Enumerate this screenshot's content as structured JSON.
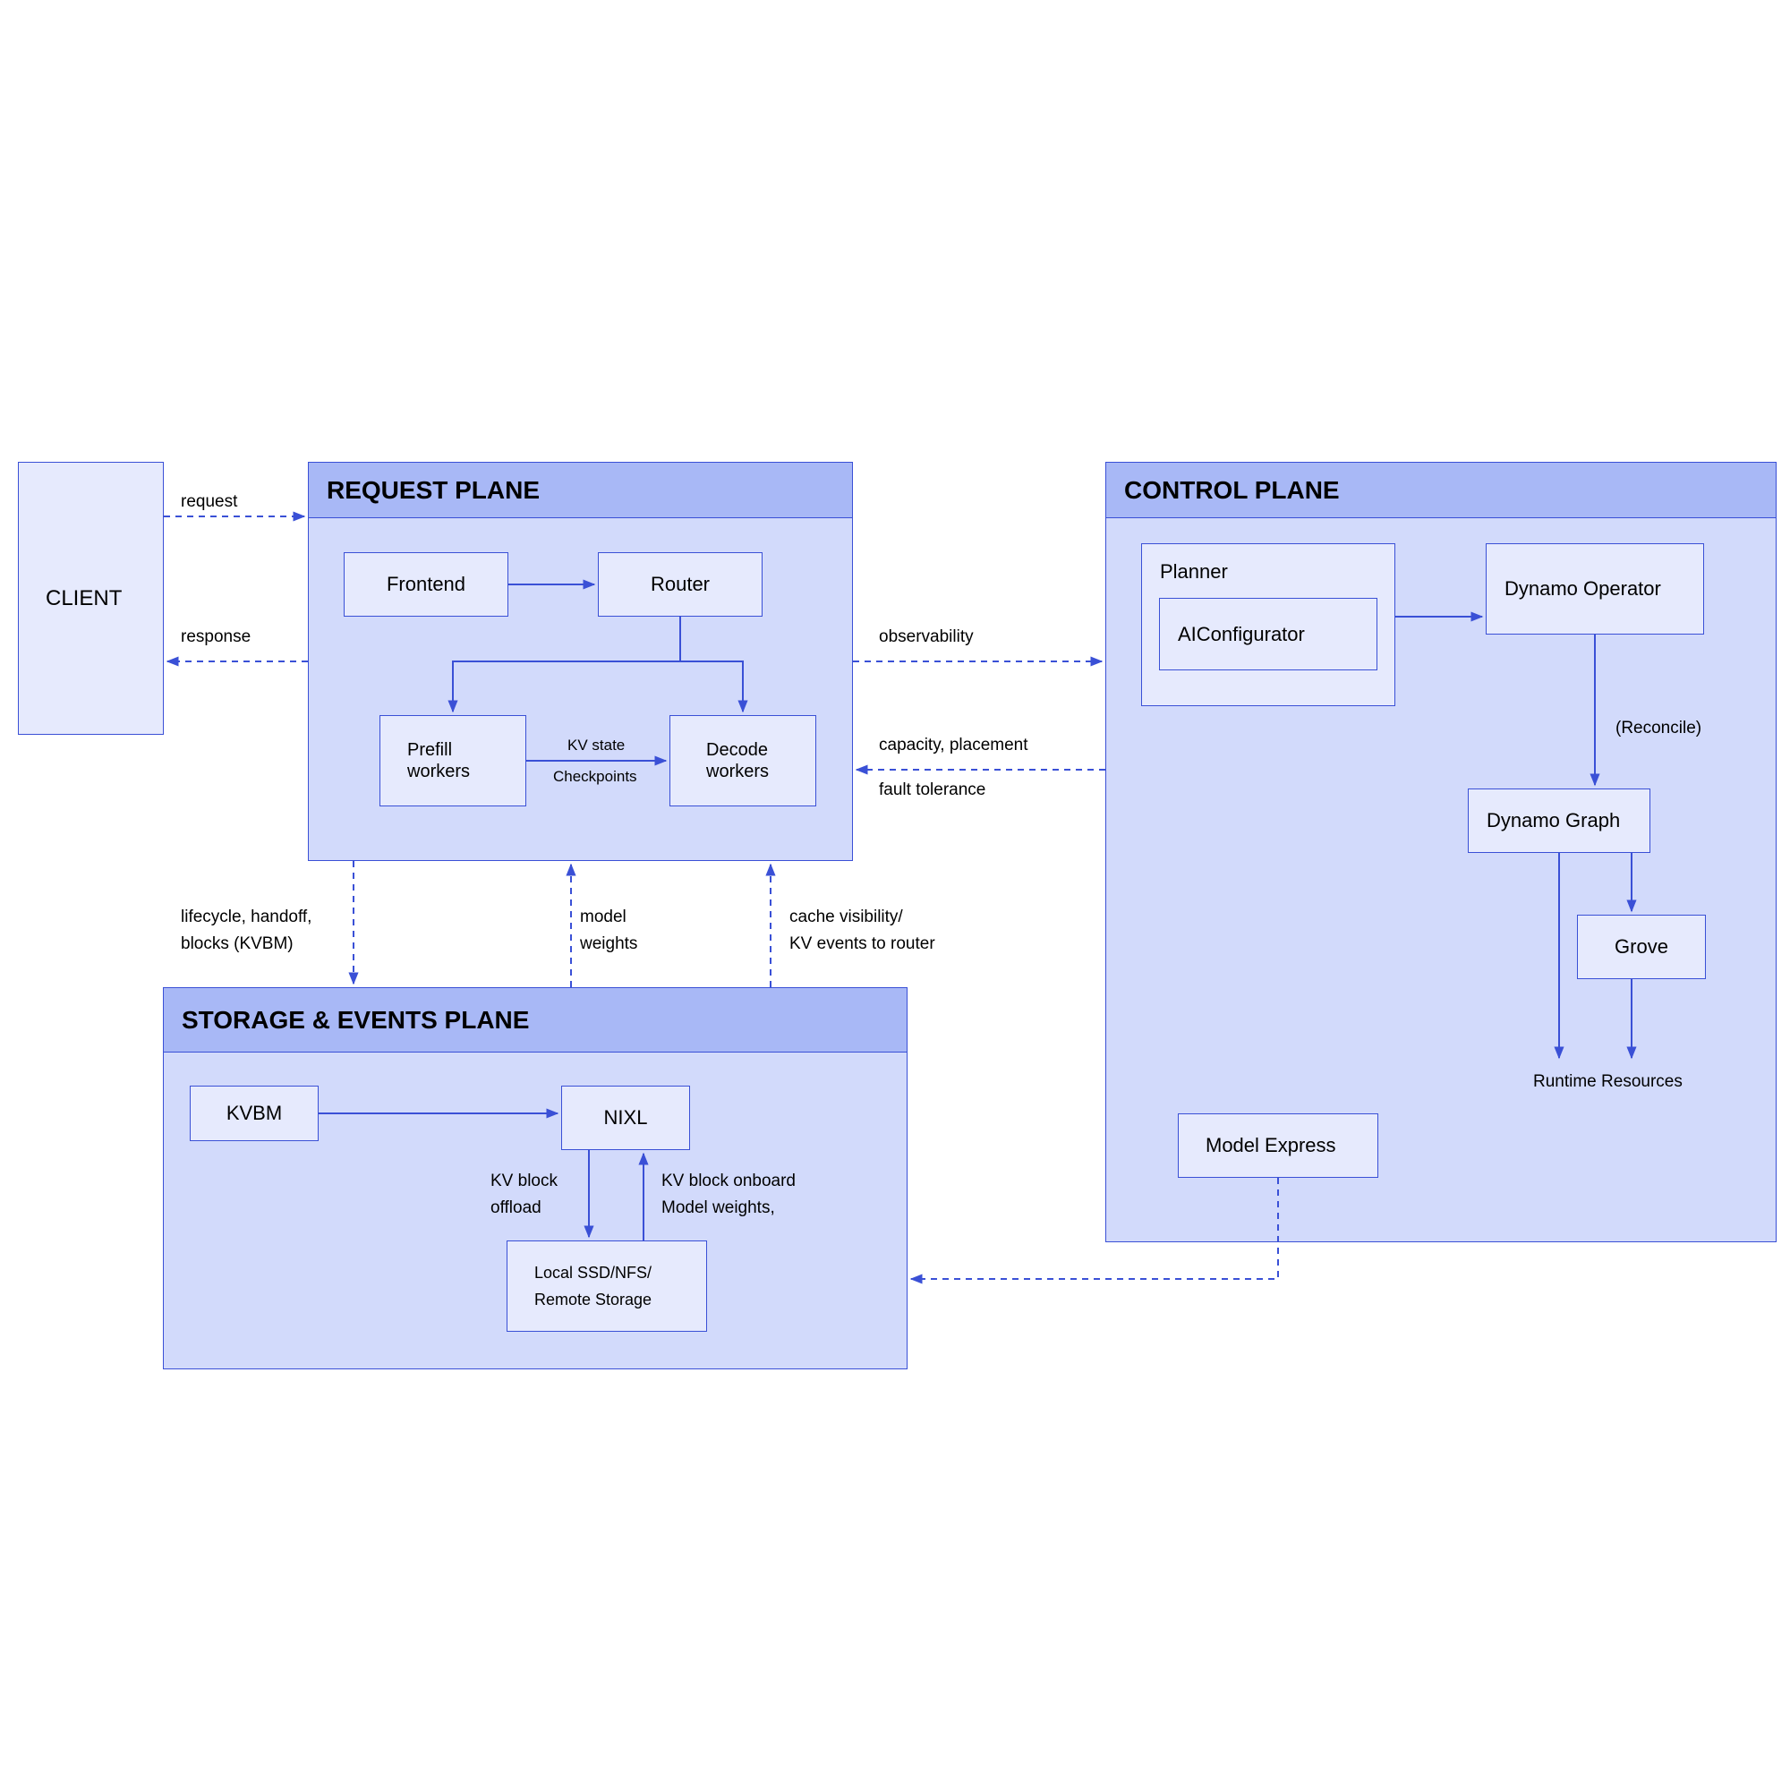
{
  "client": {
    "label": "CLIENT"
  },
  "planes": {
    "request": "REQUEST PLANE",
    "control": "CONTROL PLANE",
    "storage": "STORAGE & EVENTS PLANE"
  },
  "request_plane": {
    "frontend": "Frontend",
    "router": "Router",
    "prefill": [
      "Prefill",
      "workers"
    ],
    "decode": [
      "Decode",
      "workers"
    ],
    "kv_state": "KV state",
    "checkpoints": "Checkpoints"
  },
  "control_plane": {
    "planner": "Planner",
    "aiconfigurator": "AIConfigurator",
    "dynamo_operator": "Dynamo Operator",
    "reconcile": "(Reconcile)",
    "dynamo_graph": "Dynamo Graph",
    "grove": "Grove",
    "runtime_resources": "Runtime Resources",
    "model_express": "Model Express"
  },
  "storage_plane": {
    "kvbm": "KVBM",
    "nixl": "NIXL",
    "local_storage": [
      "Local SSD/NFS/",
      "Remote Storage"
    ],
    "kv_offload": [
      "KV block",
      "offload"
    ],
    "kv_onboard": [
      "KV block onboard",
      "Model weights,"
    ]
  },
  "edges": {
    "request": "request",
    "response": "response",
    "observability": "observability",
    "capacity": "capacity, placement",
    "fault": "fault tolerance",
    "lifecycle": [
      "lifecycle, handoff,",
      "blocks (KVBM)"
    ],
    "model_weights": [
      "model",
      "weights"
    ],
    "cache": [
      "cache visibility/",
      "KV events to router"
    ]
  },
  "colors": {
    "plane_fill": "#d2dafb",
    "header_fill": "#a8b8f6",
    "box_fill": "#e6eafd",
    "stroke": "#3a50d6"
  }
}
